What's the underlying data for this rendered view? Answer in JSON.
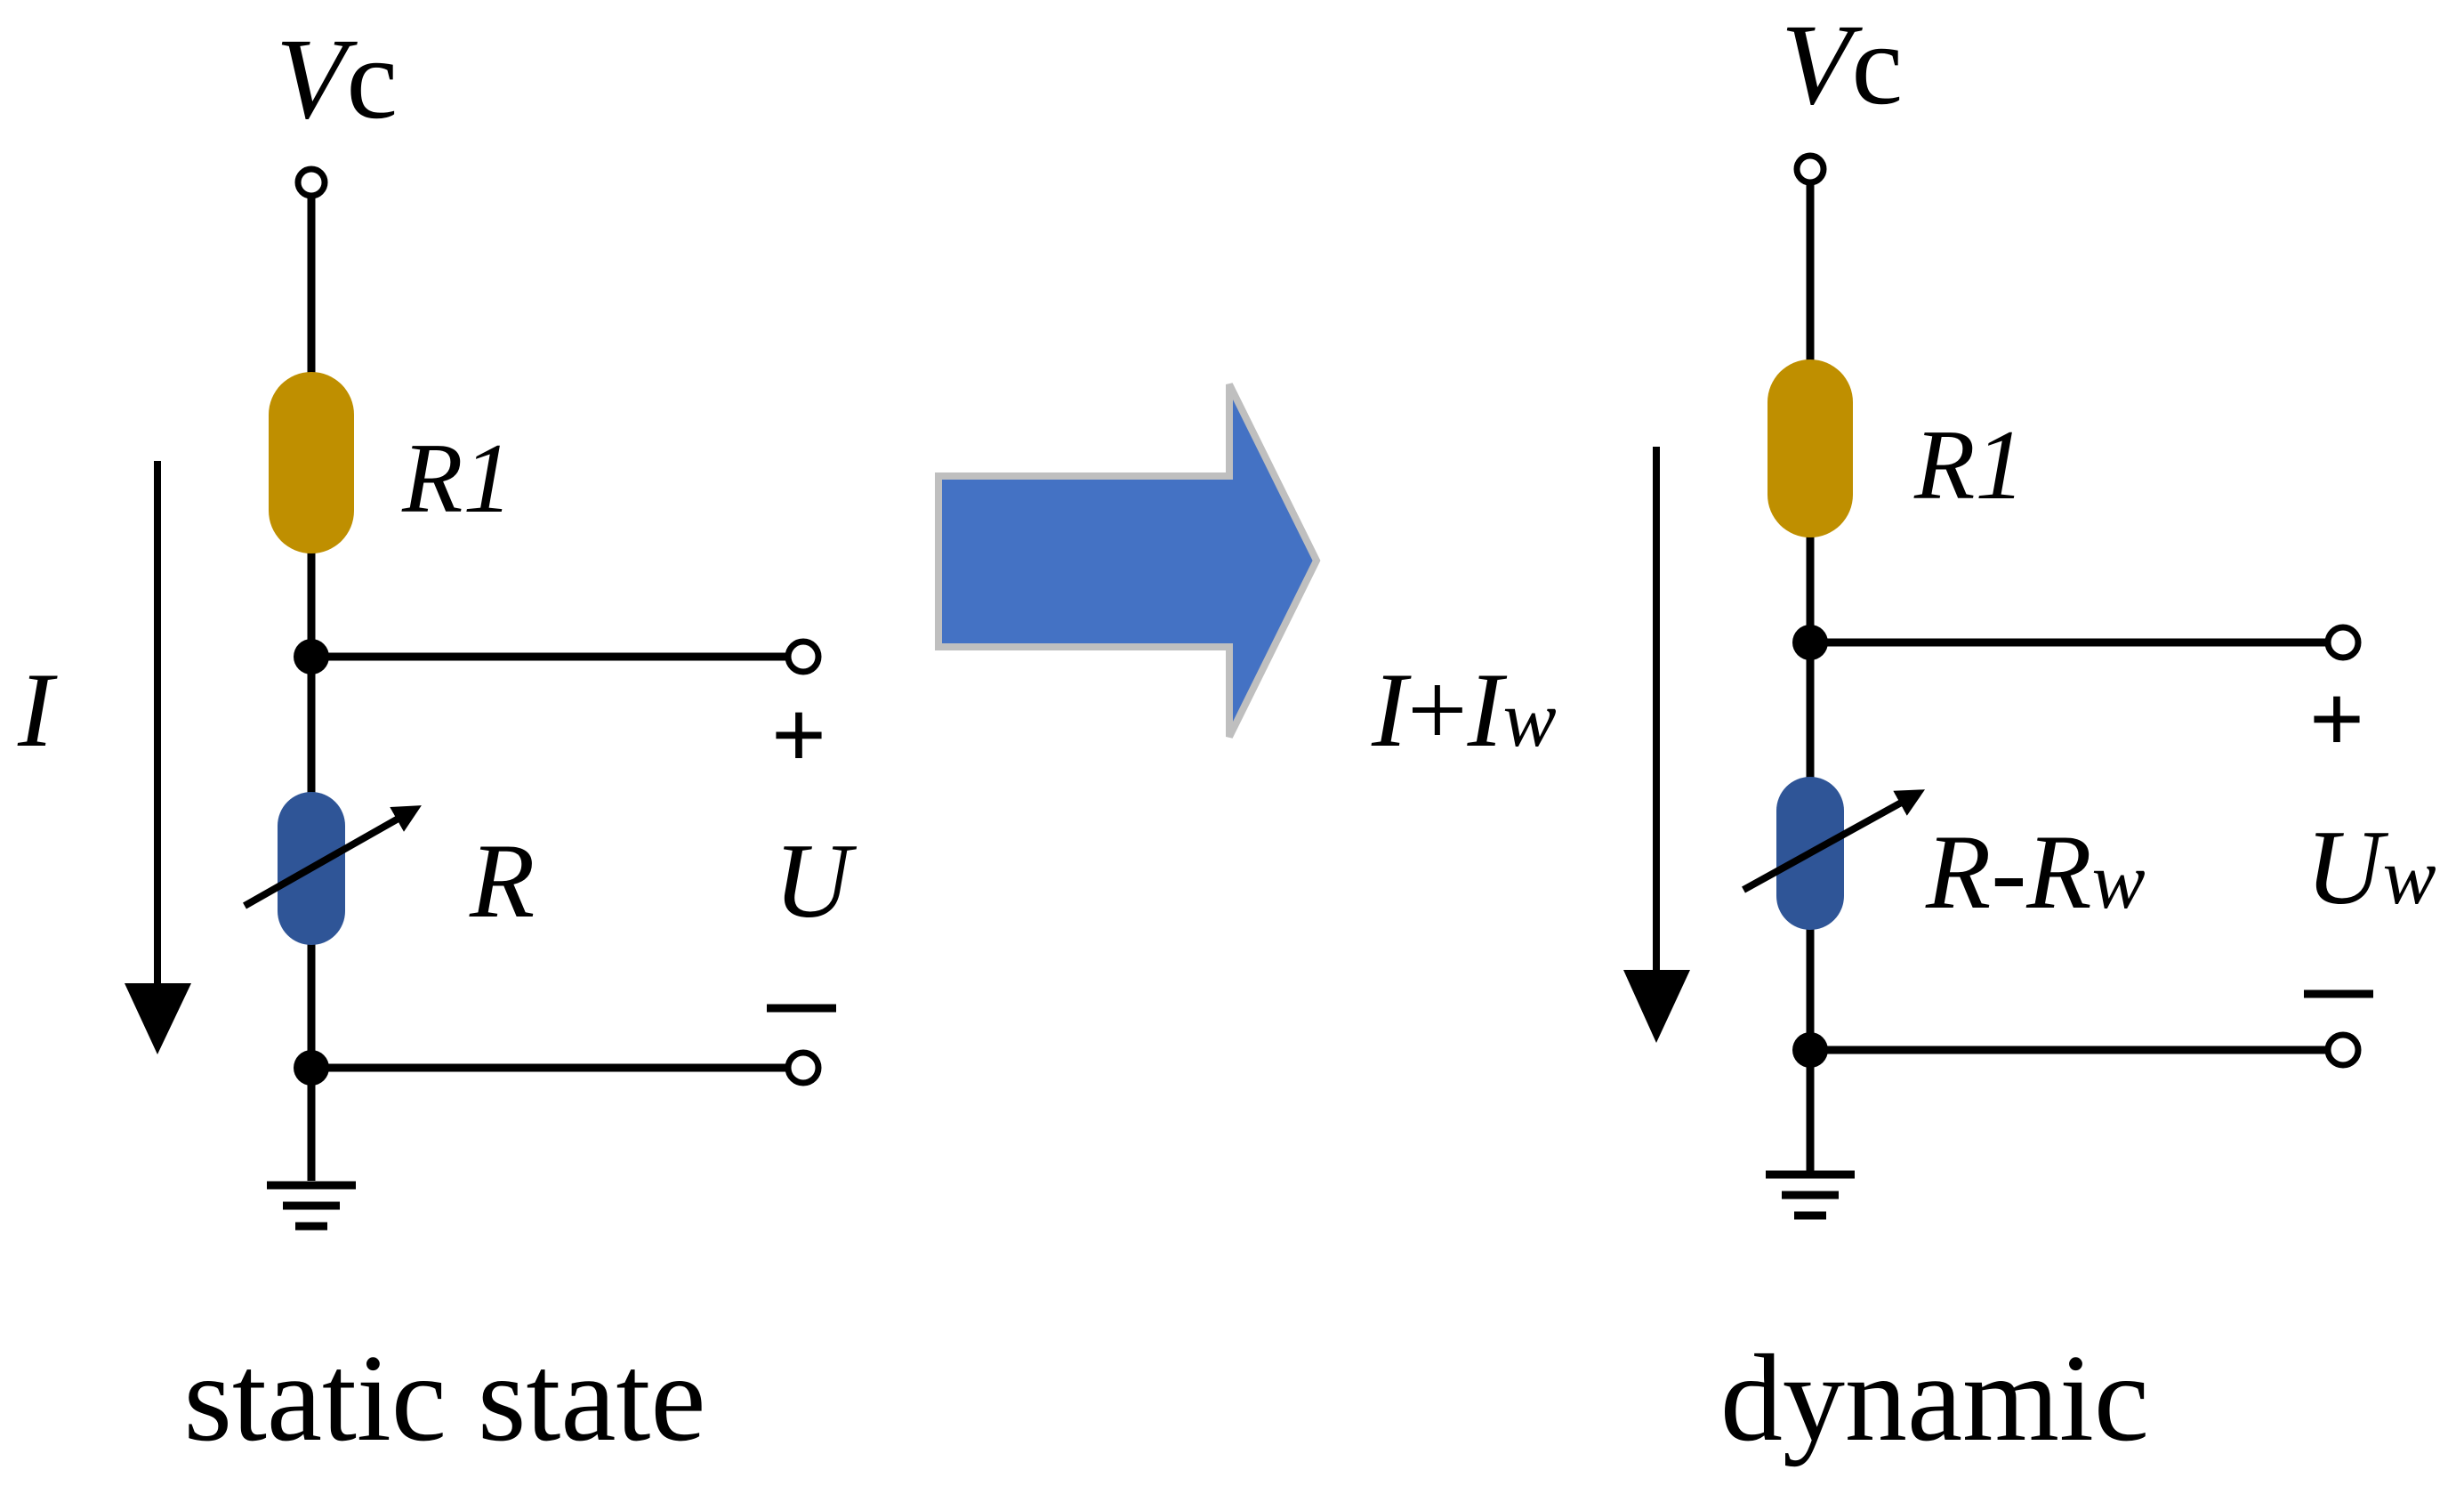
{
  "colors": {
    "resistor_fixed": "#BF8F00",
    "resistor_variable": "#2F5597",
    "arrow_fill": "#4472C4",
    "arrow_stroke": "#BFBFBF",
    "wire": "#000000"
  },
  "left": {
    "supply_v": "V",
    "supply_sub": "c",
    "r1_main": "R",
    "r1_sub": "1",
    "r_label": "R",
    "current_label": "I",
    "voltage_label": "U",
    "plus": "+",
    "caption": "static state"
  },
  "right": {
    "supply_v": "V",
    "supply_sub": "c",
    "r1_main": "R",
    "r1_sub": "1",
    "r_a": "R",
    "r_dash": "-",
    "r_b": "R",
    "r_sub": "w",
    "current_a": "I",
    "current_plus": "+",
    "current_b": "I",
    "current_sub": "w",
    "voltage_main": "U",
    "voltage_sub": "w",
    "plus": "+",
    "caption": "dynamic"
  }
}
